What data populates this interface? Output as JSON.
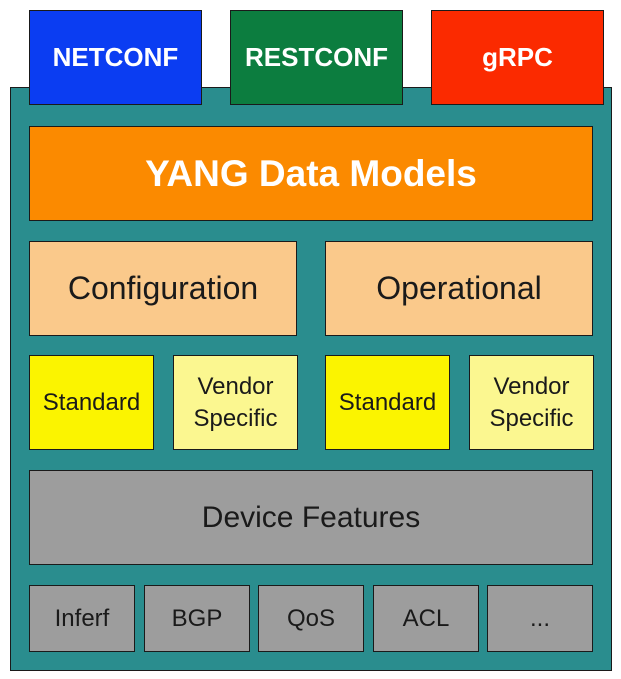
{
  "protocols": [
    "NETCONF",
    "RESTCONF",
    "gRPC"
  ],
  "yang_label": "YANG Data Models",
  "categories": [
    "Configuration",
    "Operational"
  ],
  "subcategories": [
    "Standard",
    "Vendor\nSpecific",
    "Standard",
    "Vendor\nSpecific"
  ],
  "device_label": "Device Features",
  "features": [
    "Inferf",
    "BGP",
    "QoS",
    "ACL",
    "..."
  ],
  "colors": {
    "netconf": "#0b3df2",
    "restconf": "#0c7d3f",
    "grpc": "#fb2a00",
    "yang": "#fb8a00",
    "category": "#fac98b",
    "standard": "#fbf400",
    "vendor": "#fbf790",
    "device": "#9d9d9d",
    "frame": "#2a8d8e"
  }
}
